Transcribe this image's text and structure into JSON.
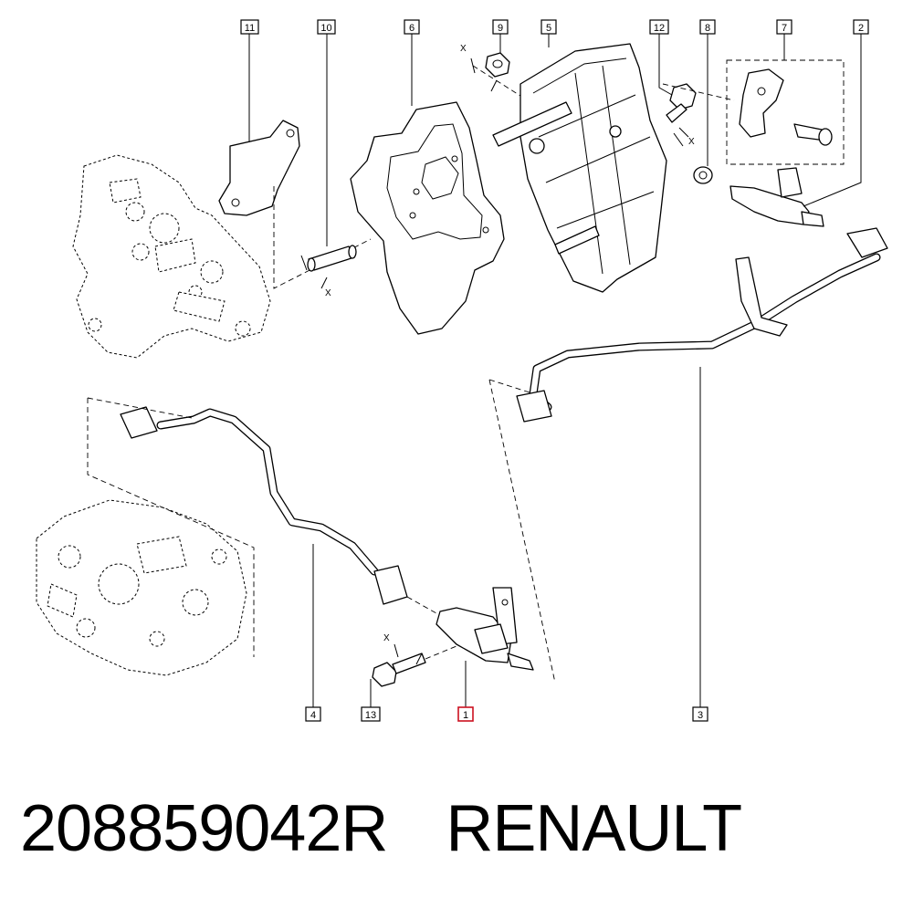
{
  "callouts": [
    {
      "id": "11"
    },
    {
      "id": "10"
    },
    {
      "id": "6"
    },
    {
      "id": "9"
    },
    {
      "id": "5"
    },
    {
      "id": "12"
    },
    {
      "id": "8"
    },
    {
      "id": "7"
    },
    {
      "id": "2"
    },
    {
      "id": "4"
    },
    {
      "id": "13"
    },
    {
      "id": "1",
      "highlighted": true
    },
    {
      "id": "3"
    }
  ],
  "dimension_marks": [
    "X",
    "X",
    "X",
    "X"
  ],
  "caption": {
    "part_number": "208859042R",
    "brand": "RENAULT"
  },
  "colors": {
    "line": "#000000",
    "highlight": "#cc1020",
    "background": "#ffffff"
  }
}
